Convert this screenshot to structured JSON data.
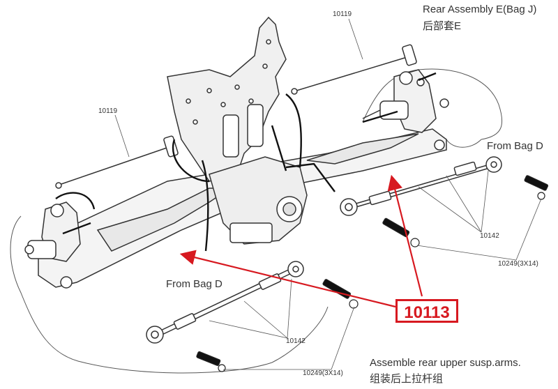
{
  "header": {
    "title_en": "Rear Assembly E(Bag J)",
    "title_cn": "后部套E"
  },
  "labels": {
    "shaft_top": "10119",
    "shaft_left": "10119",
    "from_bag_right": "From Bag D",
    "from_bag_left": "From Bag D",
    "link_right": "10142",
    "screw_right": "10249(3X14)",
    "link_left": "10142",
    "screw_left": "10249(3X14)"
  },
  "callout": {
    "part_number": "10113",
    "color": "#d71920"
  },
  "footer": {
    "caption_en": "Assemble rear upper susp.arms.",
    "caption_cn": "组装后上拉杆组"
  }
}
